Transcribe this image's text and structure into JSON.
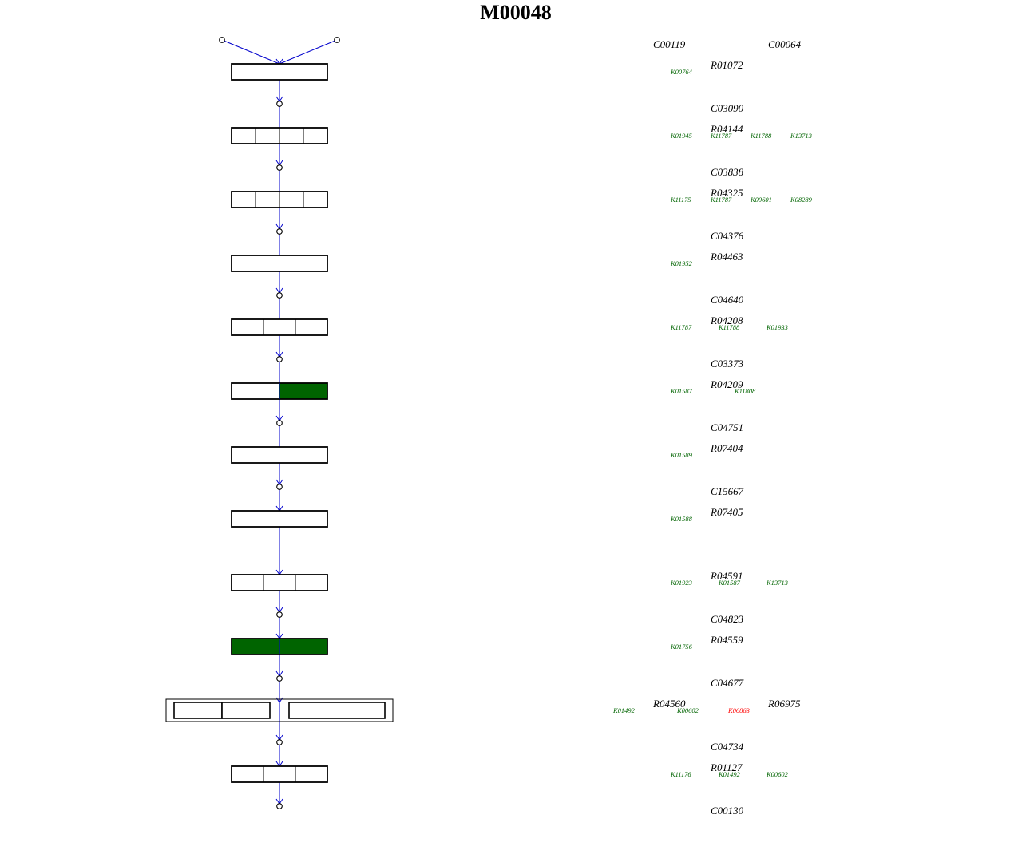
{
  "title": "M00048",
  "colors": {
    "present": "#006400",
    "absent_ko": "#ff0000",
    "ko_text": "#006400",
    "arrow": "#0000cc",
    "box_stroke": "#000000"
  },
  "compounds": [
    {
      "id": "c0",
      "label": "C00119"
    },
    {
      "id": "c1",
      "label": "C00064"
    },
    {
      "id": "c2",
      "label": "C03090"
    },
    {
      "id": "c3",
      "label": "C03838"
    },
    {
      "id": "c4",
      "label": "C04376"
    },
    {
      "id": "c5",
      "label": "C04640"
    },
    {
      "id": "c6",
      "label": "C03373"
    },
    {
      "id": "c7",
      "label": "C04751"
    },
    {
      "id": "c8",
      "label": "C15667"
    },
    {
      "id": "c9",
      "label": "C04823"
    },
    {
      "id": "c10",
      "label": "C04677"
    },
    {
      "id": "c11",
      "label": "C04734"
    },
    {
      "id": "c12",
      "label": "C00130"
    }
  ],
  "reactions": [
    {
      "id": "r0",
      "label": "R01072",
      "kos": [
        {
          "label": "K00764",
          "status": "present"
        }
      ]
    },
    {
      "id": "r1",
      "label": "R04144",
      "kos": [
        {
          "label": "K01945",
          "status": "present"
        },
        {
          "label": "K11787",
          "status": "present"
        },
        {
          "label": "K11788",
          "status": "present"
        },
        {
          "label": "K13713",
          "status": "present"
        }
      ]
    },
    {
      "id": "r2",
      "label": "R04325",
      "kos": [
        {
          "label": "K11175",
          "status": "present"
        },
        {
          "label": "K11787",
          "status": "present"
        },
        {
          "label": "K00601",
          "status": "present"
        },
        {
          "label": "K08289",
          "status": "present"
        }
      ]
    },
    {
      "id": "r3",
      "label": "R04463",
      "kos": [
        {
          "label": "K01952",
          "status": "present"
        }
      ]
    },
    {
      "id": "r4",
      "label": "R04208",
      "kos": [
        {
          "label": "K11787",
          "status": "present"
        },
        {
          "label": "K11788",
          "status": "present"
        },
        {
          "label": "K01933",
          "status": "present"
        }
      ]
    },
    {
      "id": "r5",
      "label": "R04209",
      "kos": [
        {
          "label": "K01587",
          "status": "present"
        },
        {
          "label": "K11808",
          "status": "present"
        }
      ]
    },
    {
      "id": "r6",
      "label": "R07404",
      "kos": [
        {
          "label": "K01589",
          "status": "present"
        }
      ]
    },
    {
      "id": "r7",
      "label": "R07405",
      "kos": [
        {
          "label": "K01588",
          "status": "present"
        }
      ]
    },
    {
      "id": "r8",
      "label": "R04591",
      "kos": [
        {
          "label": "K01923",
          "status": "present"
        },
        {
          "label": "K01587",
          "status": "present"
        },
        {
          "label": "K13713",
          "status": "present"
        }
      ]
    },
    {
      "id": "r9",
      "label": "R04559",
      "kos": [
        {
          "label": "K01756",
          "status": "present"
        }
      ]
    },
    {
      "id": "r10",
      "label": "R04560",
      "kos": [
        {
          "label": "K01492",
          "status": "present"
        },
        {
          "label": "K00602",
          "status": "present"
        }
      ]
    },
    {
      "id": "r11",
      "label": "R06975",
      "kos": [
        {
          "label": "K06863",
          "status": "absent"
        }
      ]
    },
    {
      "id": "r12",
      "label": "R01127",
      "kos": [
        {
          "label": "K11176",
          "status": "present"
        },
        {
          "label": "K01492",
          "status": "present"
        },
        {
          "label": "K00602",
          "status": "present"
        }
      ]
    }
  ],
  "steps": [
    {
      "reaction": "r0",
      "segments": [
        {
          "fill": "none"
        }
      ]
    },
    {
      "reaction": "r1",
      "segments": [
        {
          "fill": "none"
        },
        {
          "fill": "none"
        },
        {
          "fill": "none"
        },
        {
          "fill": "none"
        }
      ]
    },
    {
      "reaction": "r2",
      "segments": [
        {
          "fill": "none"
        },
        {
          "fill": "none"
        },
        {
          "fill": "none"
        },
        {
          "fill": "none"
        }
      ]
    },
    {
      "reaction": "r3",
      "segments": [
        {
          "fill": "none"
        }
      ]
    },
    {
      "reaction": "r4",
      "segments": [
        {
          "fill": "none"
        },
        {
          "fill": "none"
        },
        {
          "fill": "none"
        }
      ]
    },
    {
      "reaction": "r5",
      "segments": [
        {
          "fill": "none"
        },
        {
          "fill": "present"
        }
      ]
    },
    {
      "reaction": "r6",
      "segments": [
        {
          "fill": "none"
        }
      ]
    },
    {
      "reaction": "r7",
      "segments": [
        {
          "fill": "none"
        }
      ]
    },
    {
      "reaction": "r8",
      "segments": [
        {
          "fill": "none"
        },
        {
          "fill": "none"
        },
        {
          "fill": "none"
        }
      ]
    },
    {
      "reaction": "r9",
      "segments": [
        {
          "fill": "present"
        }
      ]
    },
    {
      "reaction": "r10_r11",
      "segments": [
        {
          "fill": "none"
        },
        {
          "fill": "none"
        },
        {
          "fill": "none"
        }
      ]
    },
    {
      "reaction": "r12",
      "segments": [
        {
          "fill": "none"
        },
        {
          "fill": "none"
        },
        {
          "fill": "none"
        }
      ]
    }
  ]
}
